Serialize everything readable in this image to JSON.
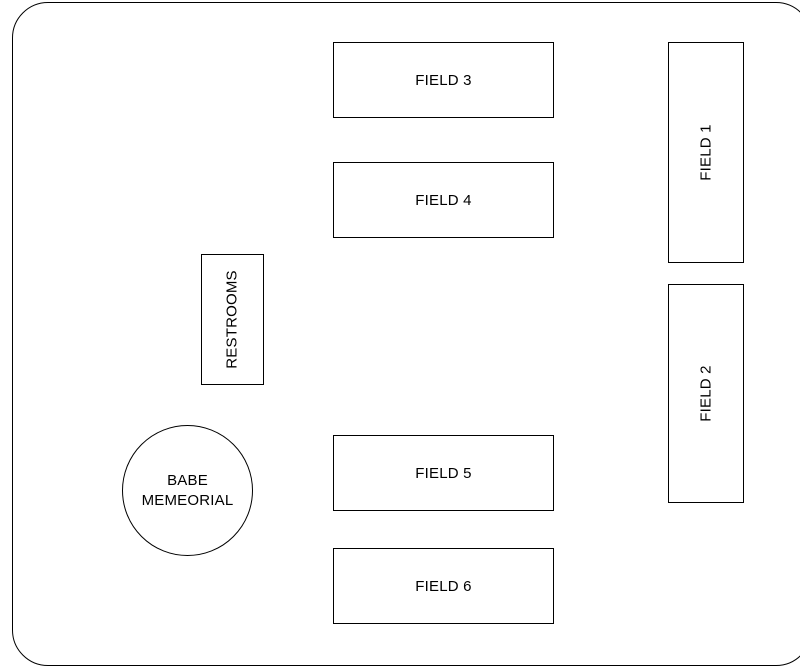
{
  "map": {
    "field_3": "FIELD 3",
    "field_4": "FIELD 4",
    "field_5": "FIELD 5",
    "field_6": "FIELD 6",
    "field_1": "FIELD 1",
    "field_2": "FIELD 2",
    "restrooms": "RESTROOMS",
    "memorial_line1": "BABE",
    "memorial_line2": "MEMEORIAL"
  }
}
